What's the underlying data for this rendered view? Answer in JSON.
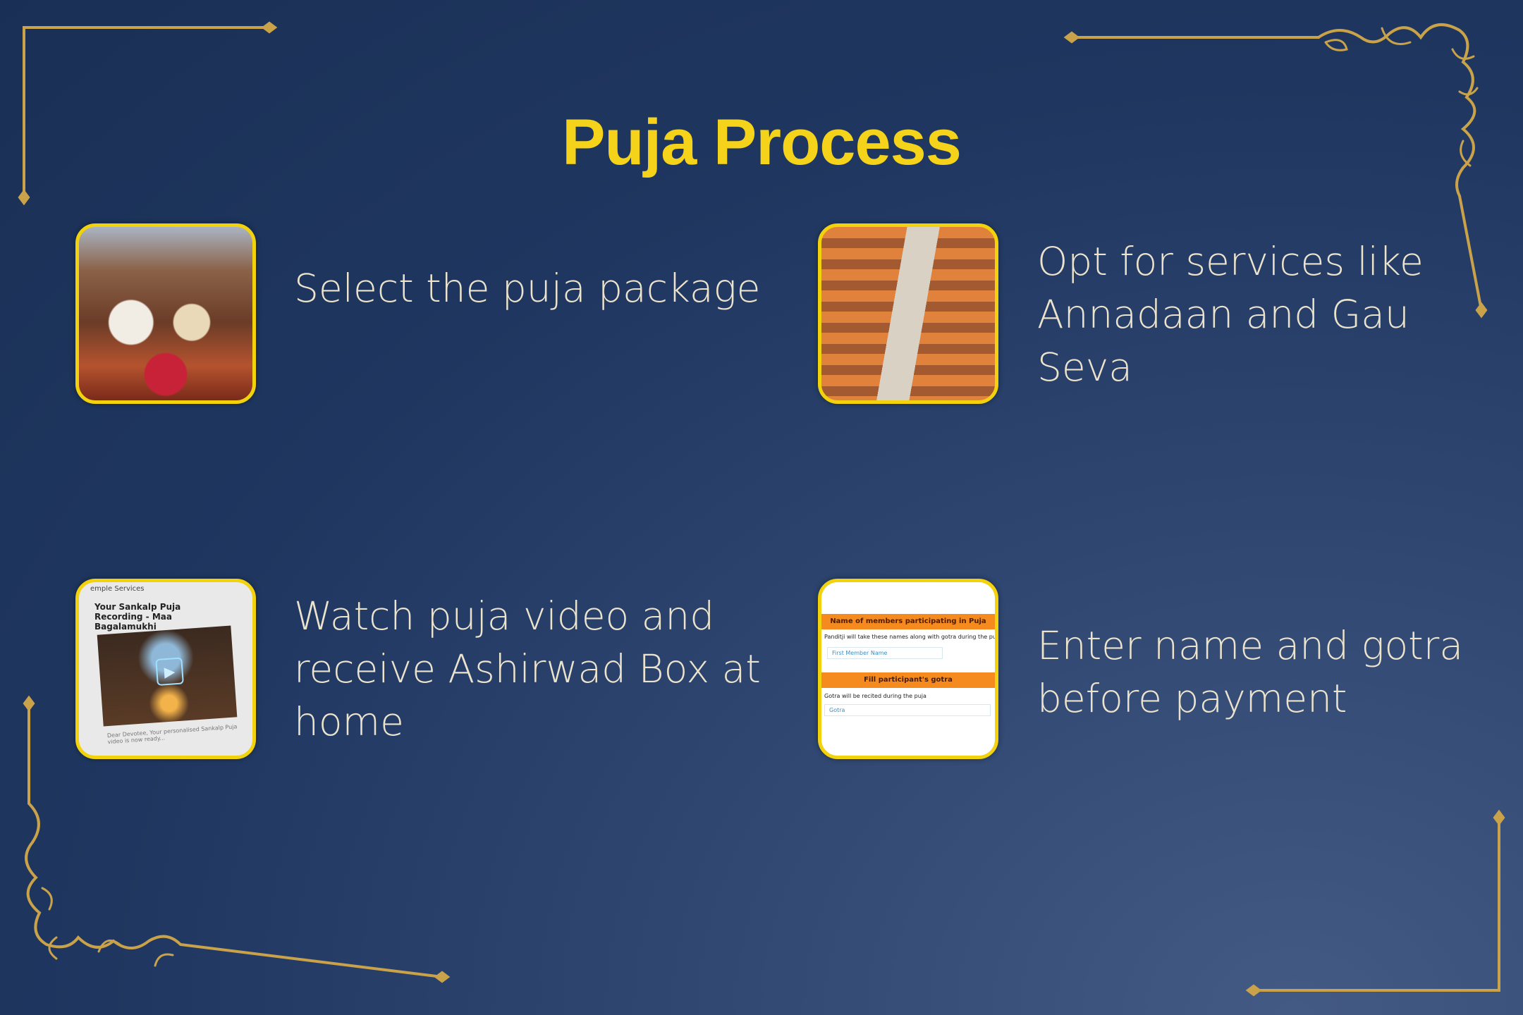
{
  "title": "Puja Process",
  "colors": {
    "title": "#f5d31a",
    "text": "#ece3cd",
    "frame": "#c9a24a",
    "thumb_border": "#f2d20c",
    "background": "#1f3760"
  },
  "steps": [
    {
      "text": "Select the puja package",
      "image": "puja-ceremony-photo"
    },
    {
      "text": "Opt for services like Annadaan and Gau Seva",
      "image": "annadaan-meal-photo"
    },
    {
      "text": "Watch puja video and receive Ashirwad Box at home",
      "image": "video-recording-screenshot",
      "screenshot": {
        "header": "emple Services",
        "heading": "Your Sankalp Puja Recording - Maa Bagalamukhi",
        "footer": "Dear Devotee, Your personalised Sankalp Puja video is now ready..."
      }
    },
    {
      "text": "Enter name and gotra before payment",
      "image": "form-screenshot",
      "screenshot": {
        "section1": "Name of members participating in Puja",
        "note1": "Panditji will take these names along with gotra during the puja.",
        "input1": "First Member Name",
        "section2": "Fill participant's gotra",
        "note2": "Gotra will be recited during the puja",
        "input2": "Gotra"
      }
    }
  ]
}
